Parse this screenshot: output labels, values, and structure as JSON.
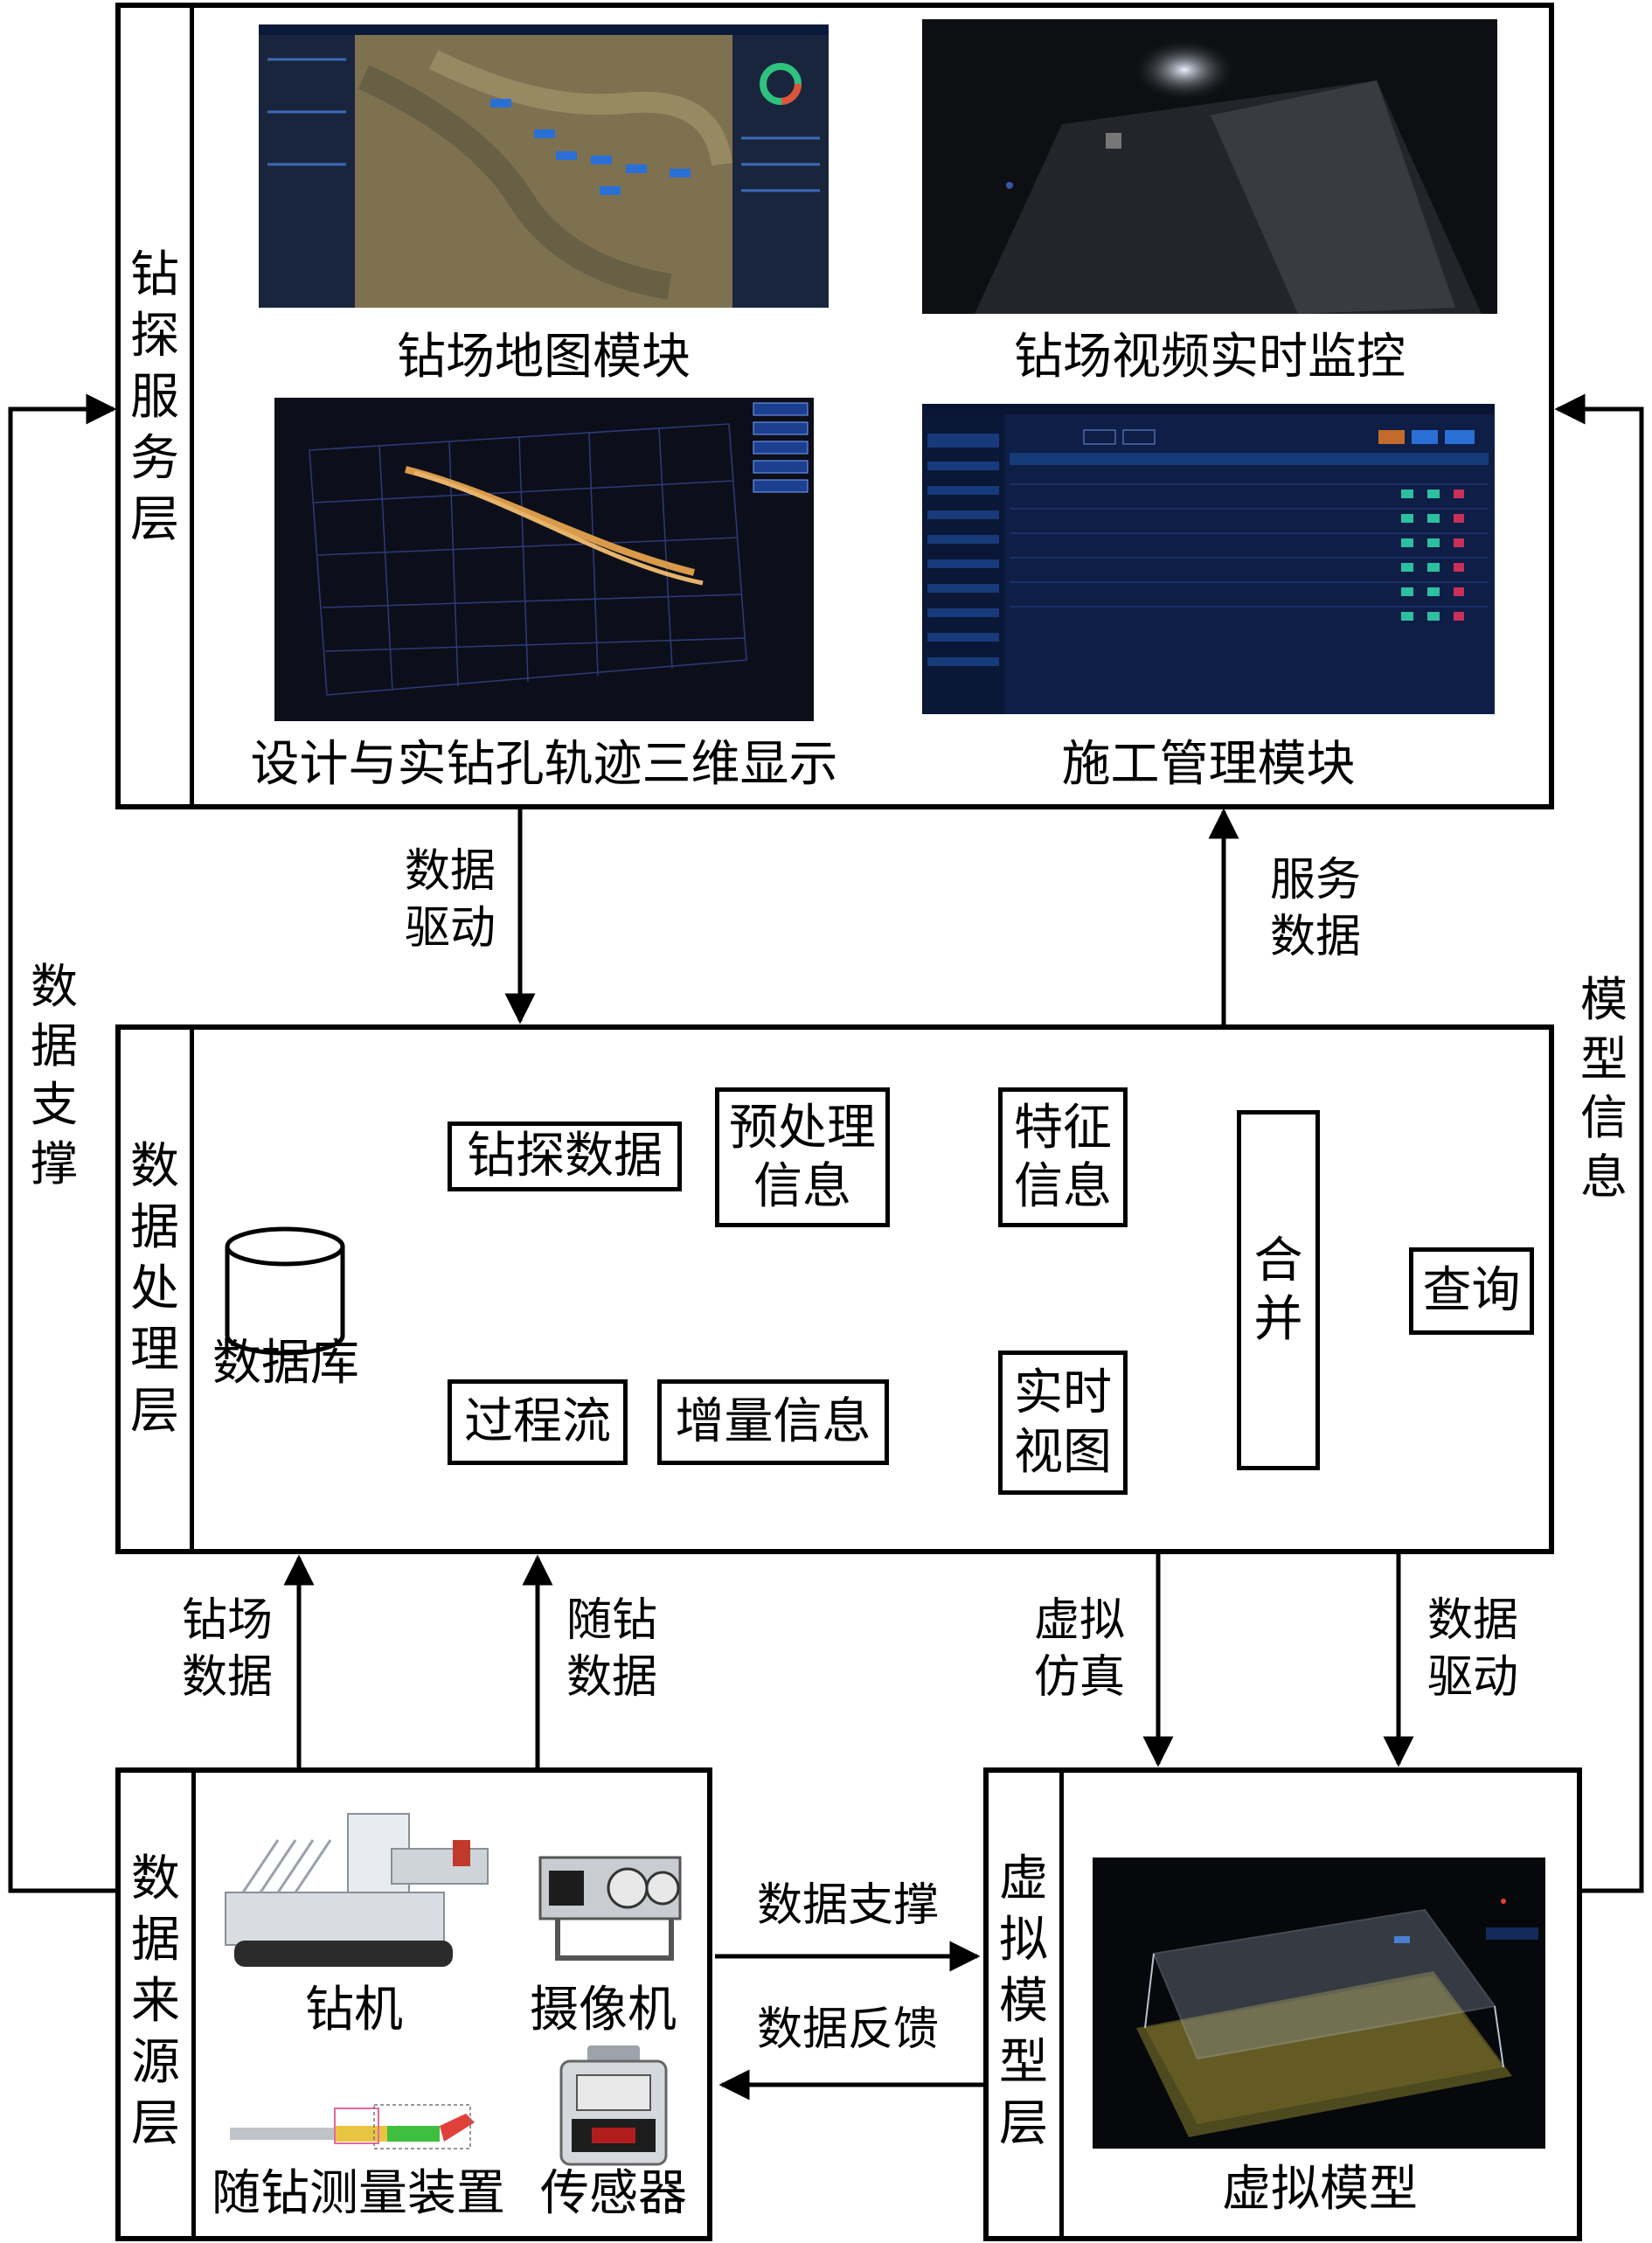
{
  "layers": {
    "service": "钻\n探\n服\n务\n层",
    "processing": "数\n据\n处\n理\n层",
    "source": "数\n据\n来\n源\n层",
    "virtual": "虚\n拟\n模\n型\n层"
  },
  "service_modules": {
    "map": "钻场地图模块",
    "video": "钻场视频实时监控",
    "trajectory": "设计与实钻孔轨迹三维显示",
    "construction": "施工管理模块"
  },
  "processing": {
    "database": "数据库",
    "drill_data": "钻探数据",
    "preprocess": "预处理\n信息",
    "feature": "特征\n信息",
    "process_flow": "过程流",
    "increment": "增量信息",
    "realtime_view": "实时\n视图",
    "merge": "合\n并",
    "query": "查询"
  },
  "sources": {
    "drill_rig": "钻机",
    "camera": "摄像机",
    "mwd": "随钻测量装置",
    "sensor": "传感器"
  },
  "virtual": {
    "model": "虚拟模型"
  },
  "arrows": {
    "data_drive_top": "数据\n驱动",
    "service_data": "服务\n数据",
    "data_support_left": "数\n据\n支\n撑",
    "model_info_right": "模\n型\n信\n息",
    "site_data": "钻场\n数据",
    "while_drilling_data": "随钻\n数据",
    "virtual_sim": "虚拟\n仿真",
    "data_drive_bottom": "数据\n驱动",
    "data_support_mid": "数据支撑",
    "data_feedback": "数据反馈"
  },
  "colors": {
    "line": "#000000",
    "screen_dark": "#0b1220",
    "map_ground": "#8a7a55",
    "trajectory": "#d99a4a",
    "accent_blue": "#2a6fd6"
  }
}
